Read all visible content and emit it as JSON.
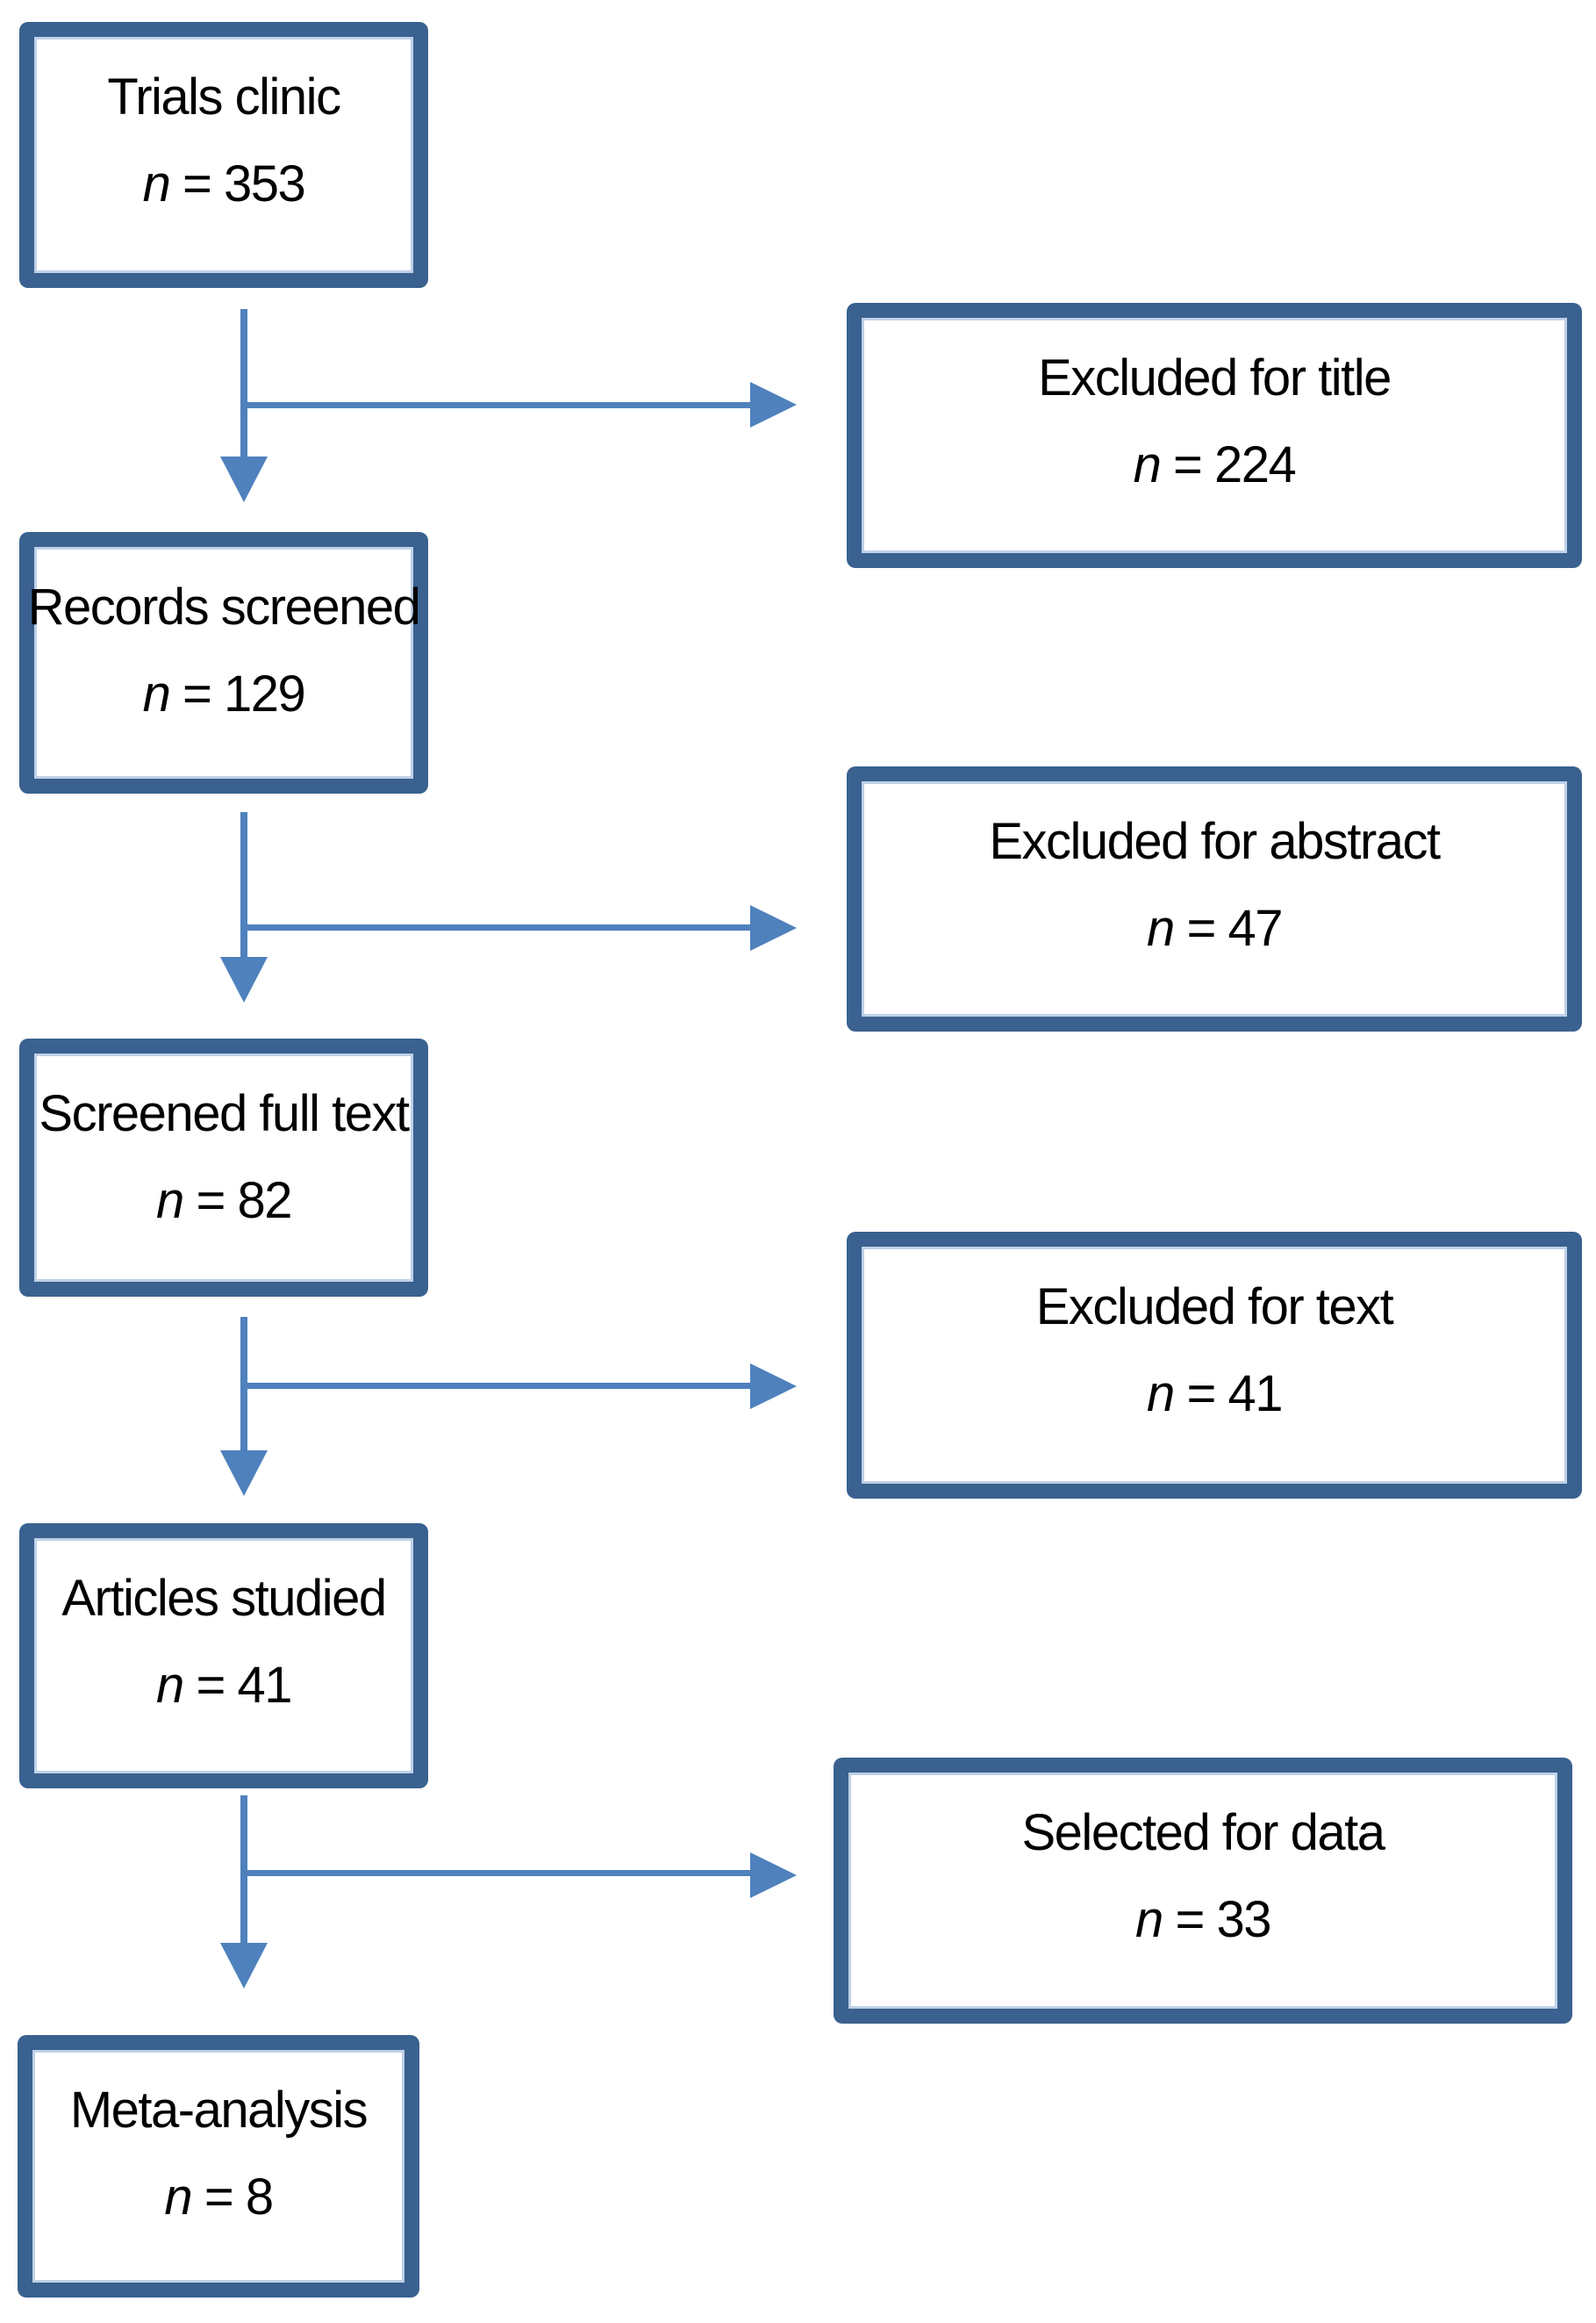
{
  "diagram": {
    "type": "study-selection-flowchart",
    "flow_boxes": [
      {
        "label": "Trials clinic",
        "n_var": "n",
        "n_eq": "=",
        "count": "353"
      },
      {
        "label": "Records screened",
        "n_var": "n",
        "n_eq": "=",
        "count": "129"
      },
      {
        "label": "Screened full text",
        "n_var": "n",
        "n_eq": "=",
        "count": "82"
      },
      {
        "label": "Articles studied",
        "n_var": "n",
        "n_eq": "=",
        "count": "41"
      },
      {
        "label": "Meta-analysis",
        "n_var": "n",
        "n_eq": "=",
        "count": "8"
      }
    ],
    "side_boxes": [
      {
        "label": "Excluded for title",
        "n_var": "n",
        "n_eq": "=",
        "count": "224"
      },
      {
        "label": "Excluded for abstract",
        "n_var": "n",
        "n_eq": "=",
        "count": "47"
      },
      {
        "label": "Excluded for text",
        "n_var": "n",
        "n_eq": "=",
        "count": "41"
      },
      {
        "label": "Selected for data",
        "n_var": "n",
        "n_eq": "=",
        "count": "33"
      }
    ],
    "colors": {
      "box_border": "#3a618f",
      "arrow": "#4f81bd",
      "text": "#000000",
      "background": "#ffffff"
    }
  }
}
